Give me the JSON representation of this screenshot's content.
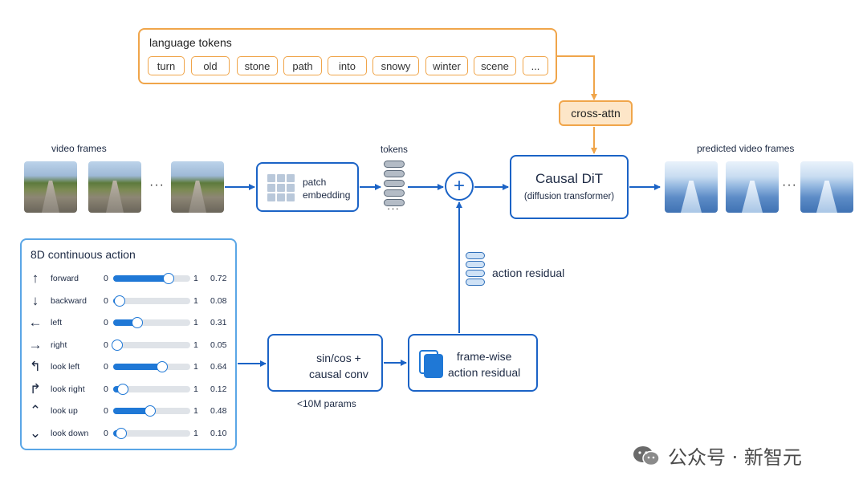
{
  "language_tokens": {
    "title": "language tokens",
    "tokens": [
      "turn",
      "old",
      "stone",
      "path",
      "into",
      "snowy",
      "winter",
      "scene",
      "..."
    ]
  },
  "cross_attn_label": "cross-attn",
  "video_frames_label": "video frames",
  "frames_ellipsis": "···",
  "patch_embedding": {
    "line1": "patch",
    "line2": "embedding"
  },
  "tokens_label": "tokens",
  "tokens_ellipsis": "···",
  "plus_symbol": "+",
  "causal_dit": {
    "title": "Causal DiT",
    "subtitle": "(diffusion transformer)"
  },
  "predicted_frames_label": "predicted video frames",
  "action_panel": {
    "title": "8D continuous action",
    "min_label": "0",
    "max_label": "1",
    "actions": [
      {
        "icon": "arrow-up-icon",
        "glyph": "↑",
        "label": "forward",
        "value": 0.72,
        "value_text": "0.72"
      },
      {
        "icon": "arrow-down-icon",
        "glyph": "↓",
        "label": "backward",
        "value": 0.08,
        "value_text": "0.08"
      },
      {
        "icon": "arrow-left-icon",
        "glyph": "←",
        "label": "left",
        "value": 0.31,
        "value_text": "0.31"
      },
      {
        "icon": "arrow-right-icon",
        "glyph": "→",
        "label": "right",
        "value": 0.05,
        "value_text": "0.05"
      },
      {
        "icon": "turn-left-icon",
        "glyph": "↰",
        "label": "look left",
        "value": 0.64,
        "value_text": "0.64"
      },
      {
        "icon": "turn-right-icon",
        "glyph": "↱",
        "label": "look right",
        "value": 0.12,
        "value_text": "0.12"
      },
      {
        "icon": "chevron-up-icon",
        "glyph": "⌃",
        "label": "look up",
        "value": 0.48,
        "value_text": "0.48"
      },
      {
        "icon": "chevron-down-icon",
        "glyph": "⌄",
        "label": "look down",
        "value": 0.1,
        "value_text": "0.10"
      }
    ]
  },
  "sincos": {
    "line1": "sin/cos +",
    "line2": "causal conv",
    "params": "<10M params"
  },
  "framewise": {
    "line1": "frame-wise",
    "line2": "action residual"
  },
  "action_residual_label": "action residual",
  "watermark": "公众号 · 新智元",
  "colors": {
    "accent_blue": "#1b63c6",
    "orange": "#f0a54a",
    "orange_fill": "#fde6c8",
    "slider_blue": "#1f78d6"
  }
}
